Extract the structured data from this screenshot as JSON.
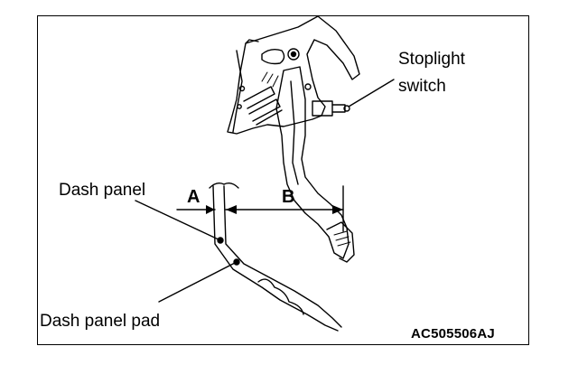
{
  "labels": {
    "stoplight_switch_line1": "Stoplight",
    "stoplight_switch_line2": "switch",
    "dash_panel": "Dash panel",
    "dash_panel_pad": "Dash panel pad",
    "dimension_a": "A",
    "dimension_b": "B",
    "figure_id": "AC505506AJ"
  },
  "colors": {
    "line": "#000000",
    "background": "#ffffff"
  }
}
